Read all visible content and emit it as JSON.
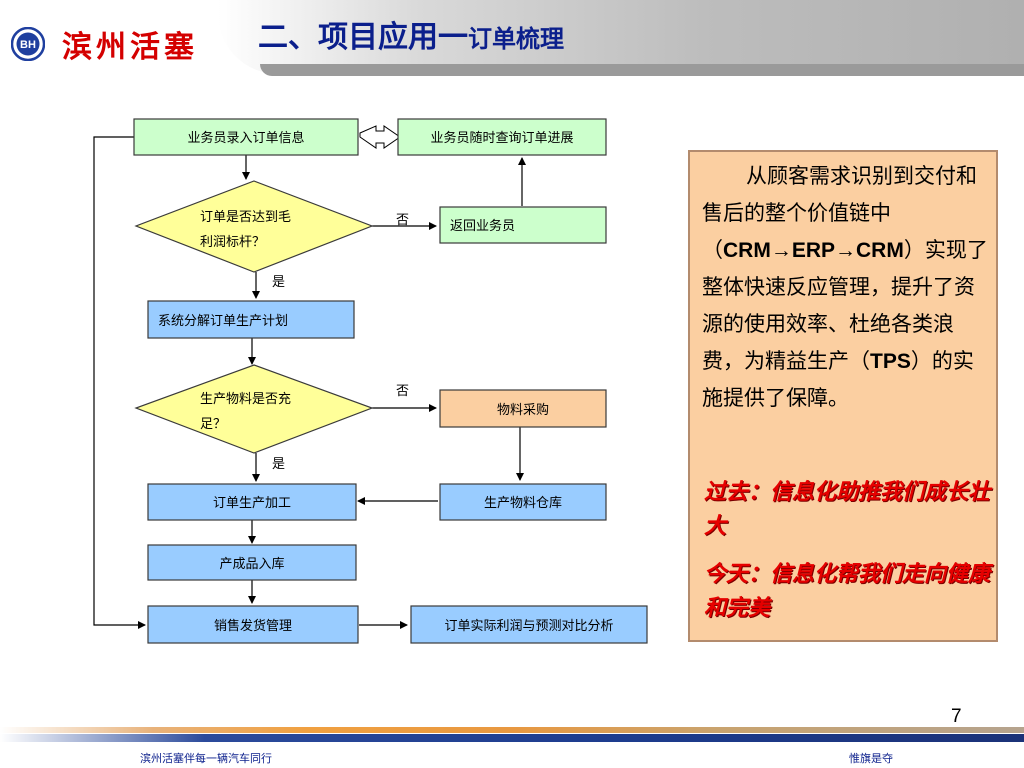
{
  "header": {
    "brand": "滨州活塞",
    "logo_text": "BH",
    "title_main": "二、项目应用一",
    "title_sub": "订单梳理"
  },
  "flowchart": {
    "nodes": {
      "entry": "业务员录入订单信息",
      "query": "业务员随时查询订单进展",
      "check_margin_line1": "订单是否达到毛",
      "check_margin_line2": "利润标杆？",
      "return": "返回业务员",
      "decompose": "系统分解订单生产计划",
      "check_material_line1": "生产物料是否充",
      "check_material_line2": "足？",
      "purchase": "物料采购",
      "warehouse": "生产物料仓库",
      "production": "订单生产加工",
      "stock_in": "产成品入库",
      "sales": "销售发货管理",
      "analysis": "订单实际利润与预测对比分析"
    },
    "labels": {
      "no1": "否",
      "yes1": "是",
      "no2": "否",
      "yes2": "是"
    },
    "colors": {
      "green": "#ccffcc",
      "blue": "#99ccff",
      "yellow": "#ffff99",
      "orange": "#fbcfa1"
    }
  },
  "side_panel": {
    "para_part1": "从顾客需求识别到交付和售后的整个价值链中（",
    "para_crm": "CRM→ERP→CRM",
    "para_part2": "）实现了整体快速反应管理，提升了资源的使用效率、杜绝各类浪费，为精益生产（",
    "para_tps": "TPS",
    "para_part3": "）的实施提供了保障。",
    "past": "过去：信息化助推我们成长壮大",
    "today": "今天：信息化帮我们走向健康和完美"
  },
  "page_number": "7",
  "footer": {
    "left": "滨州活塞伴每一辆汽车同行",
    "right": "惟旗是夺"
  }
}
